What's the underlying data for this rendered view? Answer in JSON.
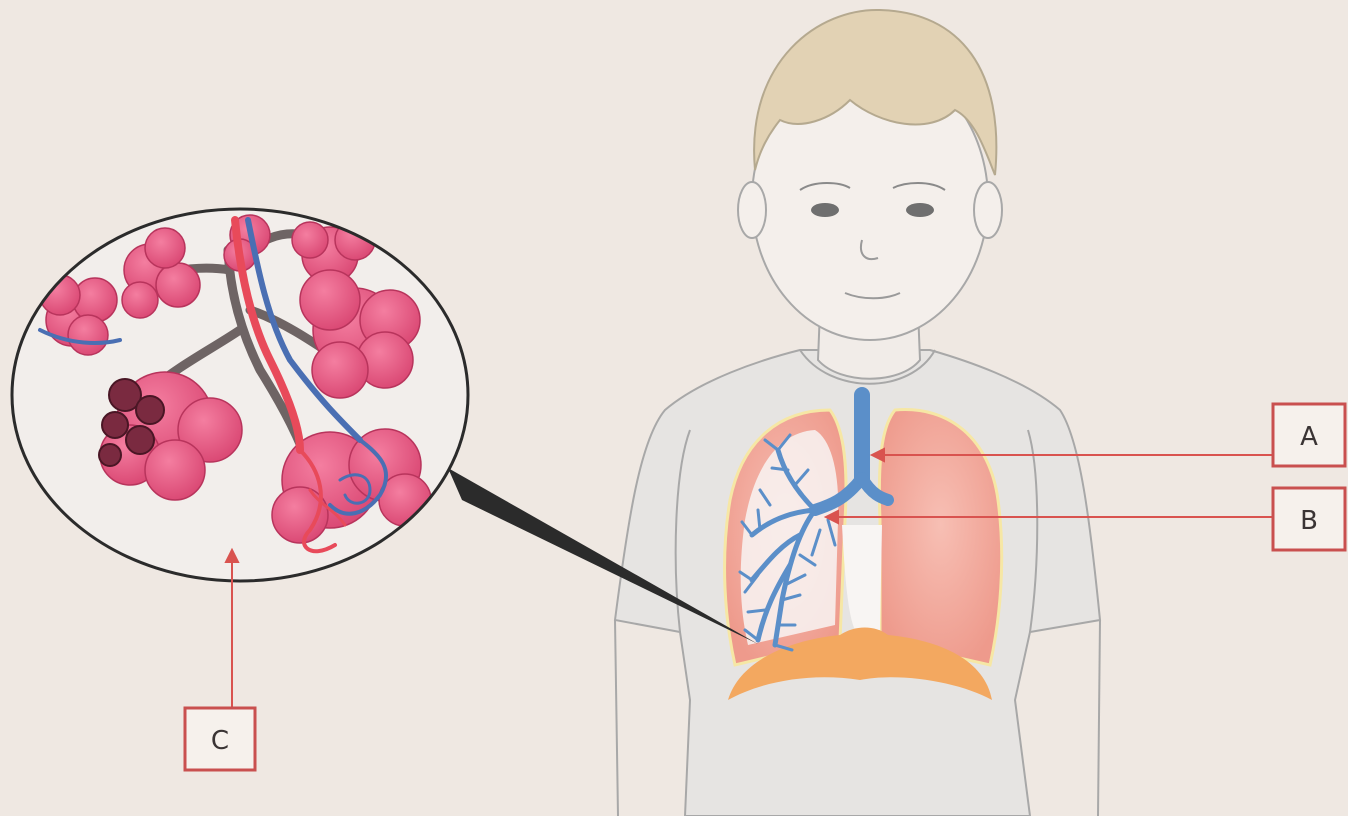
{
  "labels": {
    "a": "A",
    "b": "B",
    "c": "C"
  },
  "colors": {
    "background": "#efe8e2",
    "label_border": "#c9504f",
    "pointer_line": "#d9534f",
    "airway": "#5b8fc9",
    "lung": "#f2a99c",
    "diaphragm": "#f3a860",
    "alveoli": "#e0567a",
    "outline": "#9a9a9a"
  }
}
